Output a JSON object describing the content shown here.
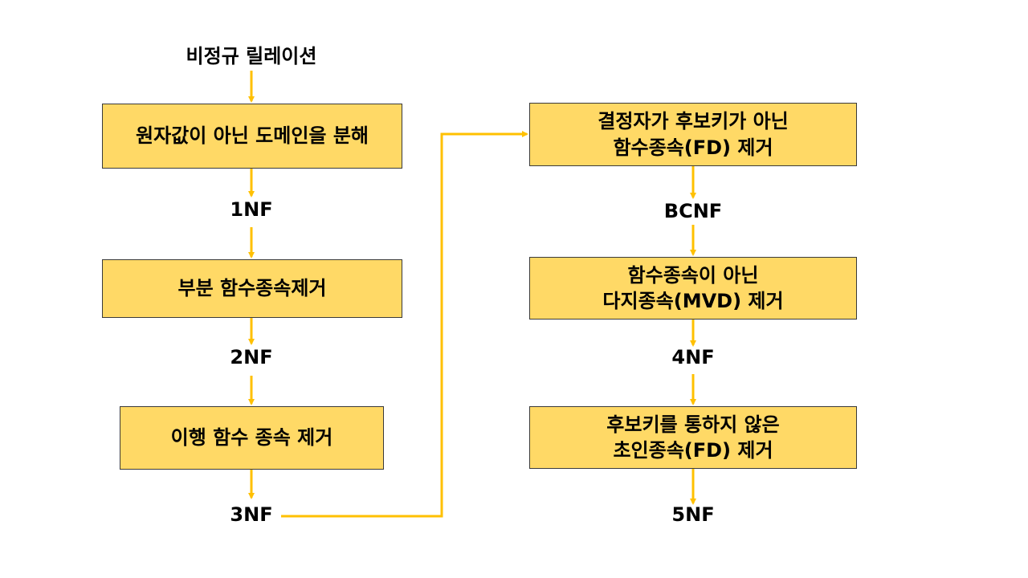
{
  "title": "비정규 릴레이션",
  "left_column": {
    "steps": [
      {
        "box": "원자값이 아닌 도메인을 분해",
        "result": "1NF"
      },
      {
        "box": "부분 함수종속제거",
        "result": "2NF"
      },
      {
        "box": "이행 함수 종속 제거",
        "result": "3NF"
      }
    ]
  },
  "right_column": {
    "steps": [
      {
        "box": "결정자가 후보키가 아닌\n함수종속(FD) 제거",
        "result": "BCNF"
      },
      {
        "box": "함수종속이 아닌\n다지종속(MVD) 제거",
        "result": "4NF"
      },
      {
        "box": "후보키를 통하지 않은\n초인종속(FD) 제거",
        "result": "5NF"
      }
    ]
  },
  "colors": {
    "box_fill": "#FFD966",
    "arrow": "#FFC000",
    "box_border": "#3a3a3a",
    "text": "#000000"
  }
}
